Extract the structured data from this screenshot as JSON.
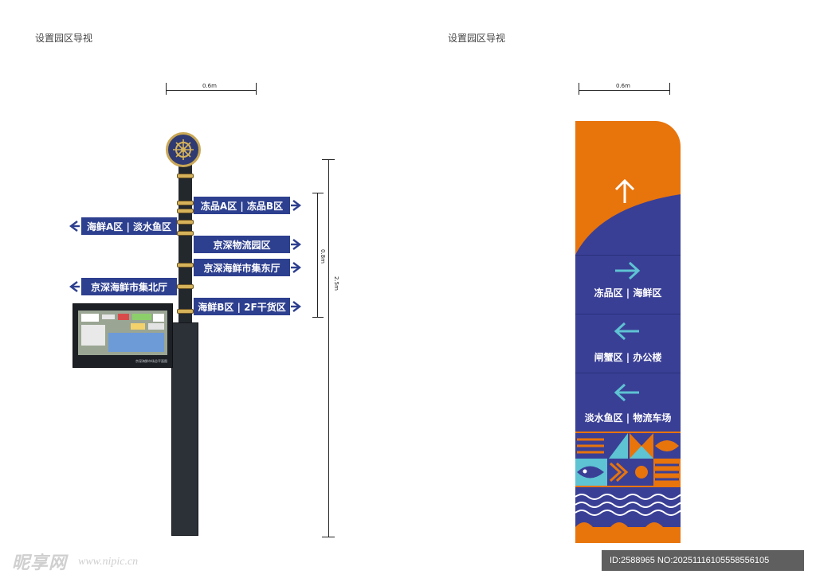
{
  "titles": {
    "left": "设置园区导视",
    "right": "设置园区导视"
  },
  "dimensions": {
    "left_width": "0.6m",
    "right_width": "0.6m",
    "sign_zone_height": "0.8m",
    "total_height": "2.5m"
  },
  "signpost": {
    "signs": [
      {
        "label": "冻品A区 | 冻品B区",
        "direction": "right"
      },
      {
        "label": "海鲜A区 | 淡水鱼区",
        "direction": "left"
      },
      {
        "label": "京深物流园区",
        "direction": "right"
      },
      {
        "label": "京深海鲜市集东厅",
        "direction": "right"
      },
      {
        "label": "京深海鲜市集北厅",
        "direction": "left"
      },
      {
        "label": "海鲜B区 | 2F干货区",
        "direction": "right"
      }
    ],
    "map_caption": "京深海鲜市场总平面图"
  },
  "totem": {
    "top_arrow": "up",
    "rows": [
      {
        "label": "冻品区 | 海鲜区",
        "arrow": "right"
      },
      {
        "label": "闸蟹区 | 办公楼",
        "arrow": "left"
      },
      {
        "label": "淡水鱼区 | 物流车场",
        "arrow": "left"
      }
    ]
  },
  "colors": {
    "navy": "#3a3f96",
    "sign_blue": "#2d3f8f",
    "orange": "#e8740c",
    "teal": "#5ec3d3",
    "gold": "#d6b35a",
    "pole": "#23282d"
  },
  "watermark": {
    "logo": "昵享网",
    "url": "www.nipic.cn"
  },
  "image_id": "ID:2588965 NO:20251116105558556105"
}
